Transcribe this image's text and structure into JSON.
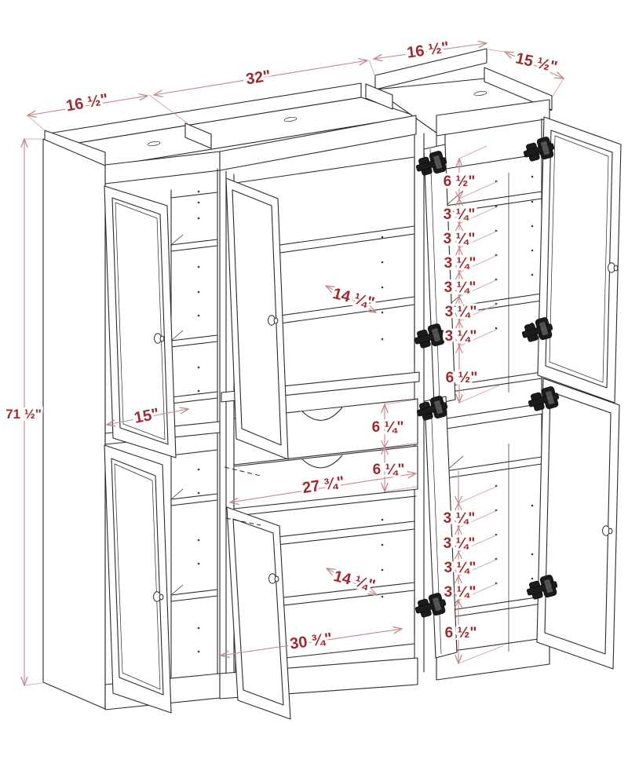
{
  "drawing": {
    "subject": "cabinet-assembly-dimension-diagram",
    "colors": {
      "background": "#ffffff",
      "line_art": "#2b2b2b",
      "dimension_line": "#c4888a",
      "dimension_text": "#9c2a2e"
    }
  },
  "dims": {
    "top_left_side_depth": "16 ½\"",
    "center_width": "32\"",
    "top_right_width": "16 ½\"",
    "right_side_depth": "15 ½\"",
    "overall_height": "71 ½\"",
    "left_interior_width": "15\"",
    "upper": {
      "gap_top": "6 ½\"",
      "sp1": "3 ¼\"",
      "sp2": "3 ¼\"",
      "sp3": "3 ¼\"",
      "sp4": "3 ¼\"",
      "sp5": "3 ¼\"",
      "sp6": "3 ¼\"",
      "gap_bottom": "6 ½\""
    },
    "drawers": {
      "top_height": "6 ¼\"",
      "bottom_height": "6 ¼\"",
      "opening_width": "27 ¾\""
    },
    "shelf_depth_upper": "14 ¼\"",
    "shelf_depth_lower": "14 ¼\"",
    "lower": {
      "sp1": "3 ¼\"",
      "sp2": "3 ¼\"",
      "sp3": "3 ¼\"",
      "sp4": "3 ¼\"",
      "gap_bottom": "6 ½\"",
      "opening_width": "30 ¾\""
    }
  }
}
